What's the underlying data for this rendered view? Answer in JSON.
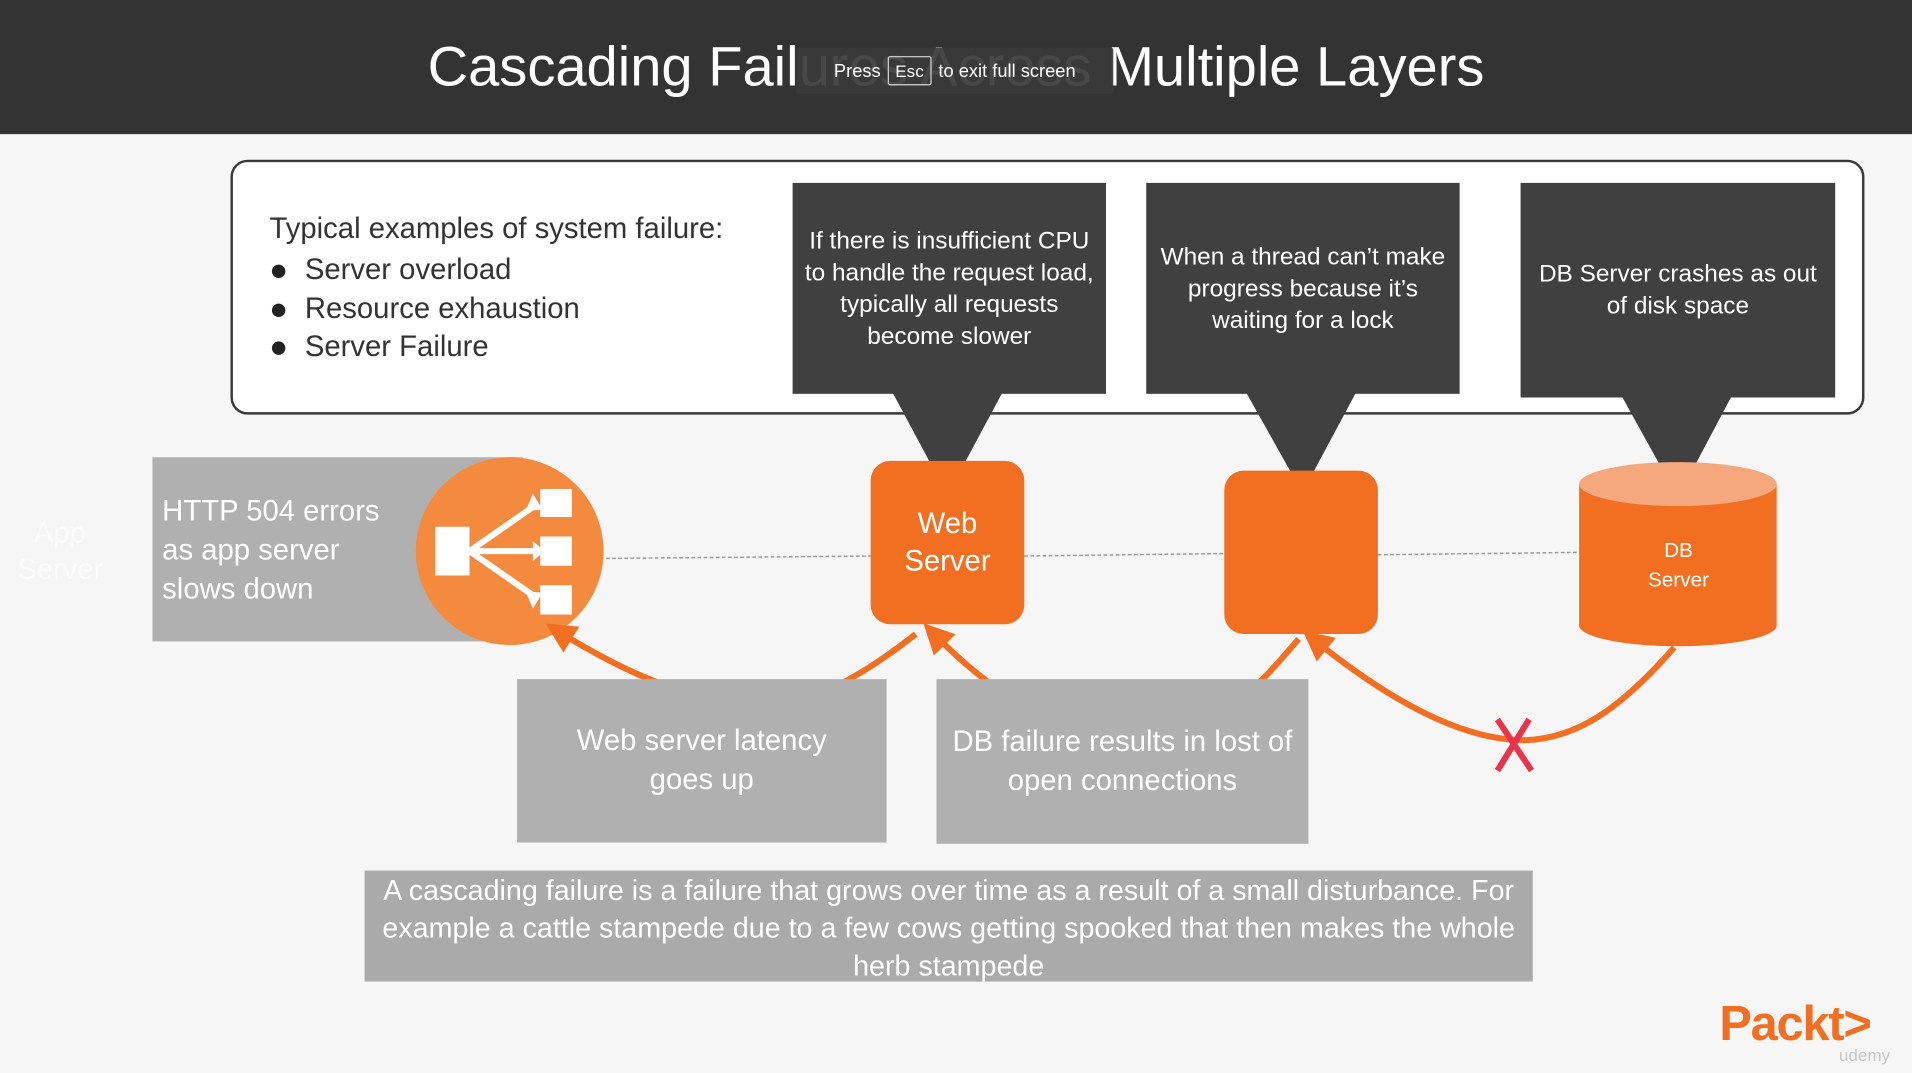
{
  "slide": {
    "title": "Cascading Failures Across Multiple Layers",
    "esc_hint": {
      "press": "Press",
      "key": "Esc",
      "suffix": "to exit full screen"
    },
    "examples": {
      "heading": "Typical examples of system failure:",
      "items": [
        "Server  overload",
        "Resource exhaustion",
        "Server Failure"
      ]
    },
    "callouts": {
      "cpu": "If there is insufficient CPU to handle the request load, typically all requests become slower",
      "thread": "When a thread can’t make progress because it’s waiting for a lock",
      "disk": "DB Server crashes as out of disk space"
    },
    "app_server": {
      "ghost_label": "App Server",
      "error_text": "HTTP 504 errors\n as app server\nslows down"
    },
    "web_server_label": "Web\nServer",
    "db_server_label": "DB\nServer",
    "web_latency": "Web server latency\ngoes up",
    "db_failure": "DB failure results in lost of\nopen connections",
    "summary": "A cascading failure is a failure that grows over time as a result of a small disturbance. For example a cattle stampede due to a few cows getting spooked that then makes the whole herb stampede",
    "brand": {
      "logo": "Packt>",
      "watermark": "udemy"
    }
  },
  "colors": {
    "title_bar": "#333333",
    "accent_orange": "#f26f21",
    "light_orange": "#f4a87b",
    "callout_bg": "#404040",
    "gray_box": "#b0b0b0",
    "failure_mark": "#e8334a"
  },
  "icons": {
    "load_balancer": "load-balancer-icon",
    "failure": "x-mark-icon"
  }
}
